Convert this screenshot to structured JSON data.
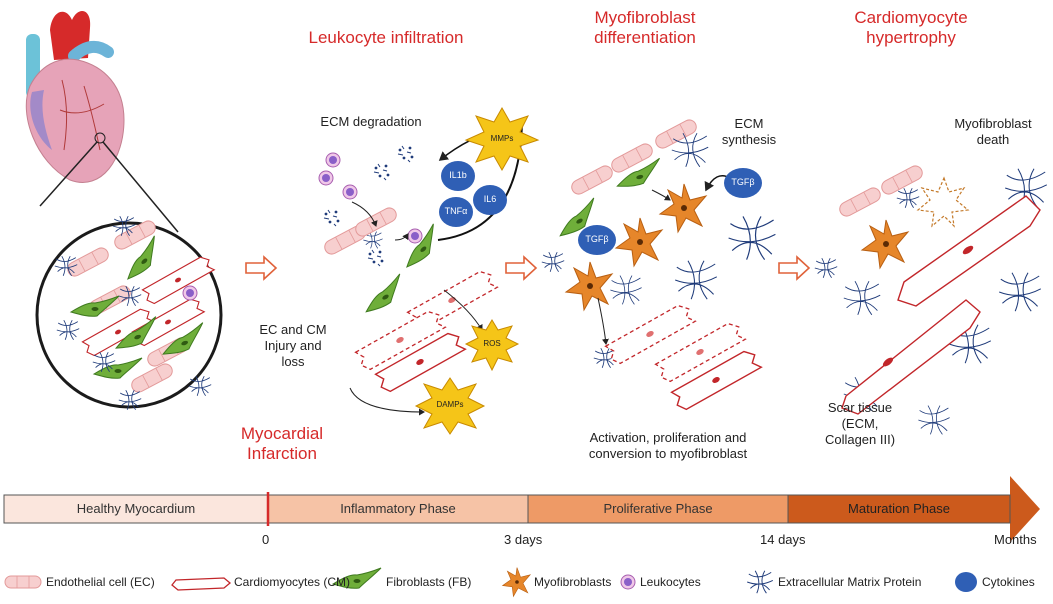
{
  "stages": {
    "mi_line1": "Myocardial",
    "mi_line2": "Infarction",
    "leukocyte": "Leukocyte infiltration",
    "myo_line1": "Myofibroblast",
    "myo_line2": "differentiation",
    "cardio_line1": "Cardiomyocyte",
    "cardio_line2": "hypertrophy"
  },
  "annotations": {
    "ecm_degradation": "ECM degradation",
    "ec_cm_line1": "EC and CM",
    "ec_cm_line2": "Injury and",
    "ec_cm_line3": "loss",
    "ecm_synthesis_line1": "ECM",
    "ecm_synthesis_line2": "synthesis",
    "activation_line1": "Activation, proliferation and",
    "activation_line2": "conversion to myofibroblast",
    "myo_death_line1": "Myofibroblast",
    "myo_death_line2": "death",
    "scar_line1": "Scar tissue",
    "scar_line2": "(ECM,",
    "scar_line3": "Collagen III)"
  },
  "molecules": {
    "mmps": "MMPs",
    "il1b": "IL1b",
    "il6": "IL6",
    "tnfa": "TNFα",
    "ros": "ROS",
    "damps": "DAMPs",
    "tgfb": "TGFβ"
  },
  "timeline": {
    "phases": [
      "Healthy Myocardium",
      "Inflammatory Phase",
      "Proliferative Phase",
      "Maturation Phase"
    ],
    "ticks": [
      "0",
      "3 days",
      "14 days",
      "Months"
    ],
    "colors": [
      "#fbe6dd",
      "#f6c3a6",
      "#ee9a66",
      "#cc5a1c"
    ]
  },
  "legend": {
    "ec": "Endothelial cell (EC)",
    "cm": "Cardiomyocytes (CM)",
    "fb": "Fibroblasts (FB)",
    "myofibroblast": "Myofibroblasts",
    "leukocyte": "Leukocytes",
    "ecm": "Extracellular Matrix Protein",
    "cytokine": "Cytokines"
  },
  "colors": {
    "stage_title": "#d62a2a",
    "endothelial": "#f7cfcf",
    "cardiomyocyte": "#c2262a",
    "fibroblast": "#5a9a2e",
    "myofibroblast": "#e6862a",
    "leukocyte": "#b06fc0",
    "ecm": "#1f3b7a",
    "cytokine": "#2f5fb5",
    "burst": "#f5c518"
  }
}
